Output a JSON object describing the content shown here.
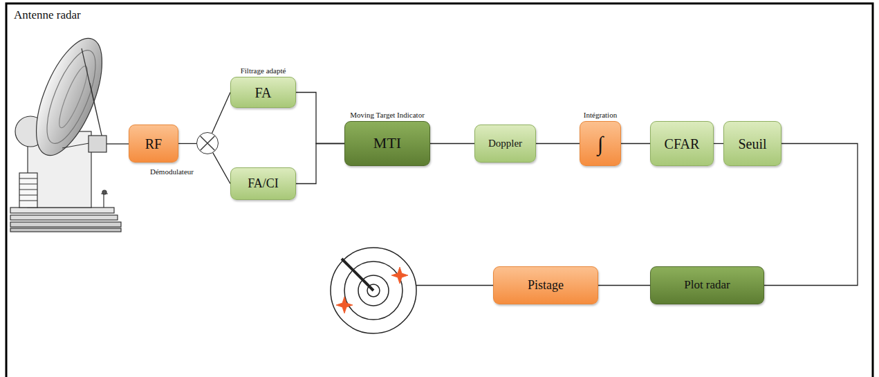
{
  "diagram": {
    "nodes": [
      {
        "text": [
          "RF"
        ]
      },
      {
        "text": [
          "Démodulateur"
        ]
      },
      {
        "text": [
          "Filtrage adapté",
          "FA"
        ]
      },
      {
        "text": [
          "FA/CI"
        ]
      },
      {
        "text": [
          "Moving Target Indicator",
          "MTI"
        ]
      },
      {
        "text": [
          "Doppler"
        ]
      },
      {
        "text": [
          "Intégration",
          "∫"
        ]
      },
      {
        "text": [
          "CFAR"
        ]
      },
      {
        "text": [
          "Seuil"
        ]
      },
      {
        "text": [
          "Plot radar"
        ]
      },
      {
        "text": [
          "Pistage"
        ]
      }
    ],
    "edges": [
      {
        "from": 0,
        "to": 1,
        "arrow": "none"
      },
      {
        "from": 1,
        "to": 2,
        "arrow": "none"
      },
      {
        "from": 1,
        "to": 3,
        "arrow": "none"
      },
      {
        "from": 2,
        "to": 4,
        "arrow": "none"
      },
      {
        "from": 3,
        "to": 4,
        "arrow": "none"
      },
      {
        "from": 4,
        "to": 5,
        "arrow": "none"
      },
      {
        "from": 5,
        "to": 6,
        "arrow": "none"
      },
      {
        "from": 6,
        "to": 7,
        "arrow": "none"
      },
      {
        "from": 7,
        "to": 8,
        "arrow": "none"
      },
      {
        "from": 8,
        "to": 9,
        "arrow": "none"
      },
      {
        "from": 9,
        "to": 10,
        "arrow": "none"
      }
    ],
    "labels": [
      "Antenne radar"
    ]
  }
}
